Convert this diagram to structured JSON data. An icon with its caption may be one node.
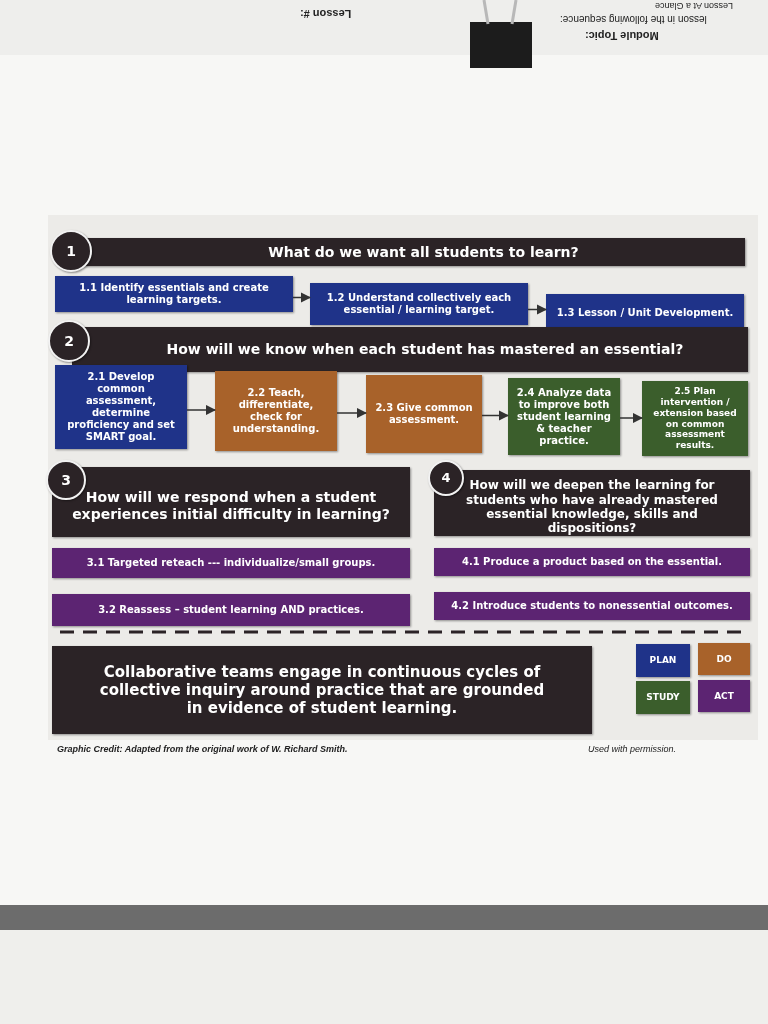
{
  "diagram": {
    "nodes": [
      {
        "text": [
          "1"
        ]
      },
      {
        "text": [
          "What do we want all students to learn?"
        ]
      },
      {
        "text": [
          "1.1 Identify essentials and create learning targets."
        ]
      },
      {
        "text": [
          "1.2 Understand collectively each essential / learning target."
        ]
      },
      {
        "text": [
          "1.3 Lesson / Unit Development."
        ]
      },
      {
        "text": [
          "2"
        ]
      },
      {
        "text": [
          "How will we know when each student has mastered an essential?"
        ]
      },
      {
        "text": [
          "2.1 Develop common assessment, determine proficiency and set SMART goal."
        ]
      },
      {
        "text": [
          "2.2 Teach, differentiate, check for understanding."
        ]
      },
      {
        "text": [
          "2.3 Give common assessment."
        ]
      },
      {
        "text": [
          "2.4 Analyze data to improve both student learning & teacher practice."
        ]
      },
      {
        "text": [
          "2.5 Plan intervention / extension based on common assessment results."
        ]
      },
      {
        "text": [
          "3"
        ]
      },
      {
        "text": [
          "How will we respond when a student experiences initial difficulty in learning?"
        ]
      },
      {
        "text": [
          "4"
        ]
      },
      {
        "text": [
          "How will we deepen the learning for students who have already mastered essential knowledge, skills and dispositions?"
        ]
      },
      {
        "text": [
          "3.1 Targeted reteach --- individualize/small groups."
        ]
      },
      {
        "text": [
          "3.2 Reassess – student learning AND practices."
        ]
      },
      {
        "text": [
          "4.1 Produce a product based on the essential."
        ]
      },
      {
        "text": [
          "4.2 Introduce students to nonessential outcomes."
        ]
      },
      {
        "text": [
          "Collaborative teams engage in continuous cycles of collective inquiry around practice that are grounded in evidence of student learning."
        ]
      },
      {
        "text": [
          "PLAN"
        ]
      },
      {
        "text": [
          "DO"
        ]
      },
      {
        "text": [
          "STUDY"
        ]
      },
      {
        "text": [
          "ACT"
        ]
      }
    ],
    "edges": [
      {
        "from": 2,
        "to": 3,
        "arrow": "to"
      },
      {
        "from": 3,
        "to": 4,
        "arrow": "to"
      },
      {
        "from": 7,
        "to": 8,
        "arrow": "to"
      },
      {
        "from": 8,
        "to": 9,
        "arrow": "to"
      },
      {
        "from": 9,
        "to": 10,
        "arrow": "to"
      },
      {
        "from": 10,
        "to": 11,
        "arrow": "to"
      }
    ],
    "labels": [
      "Lesson #:",
      "lesson in the following sequence:",
      "Lesson At a Glance",
      "Module Topic:",
      "Graphic Credit: Adapted from the original work of W. Richard Smith.",
      "Used with permission."
    ]
  }
}
